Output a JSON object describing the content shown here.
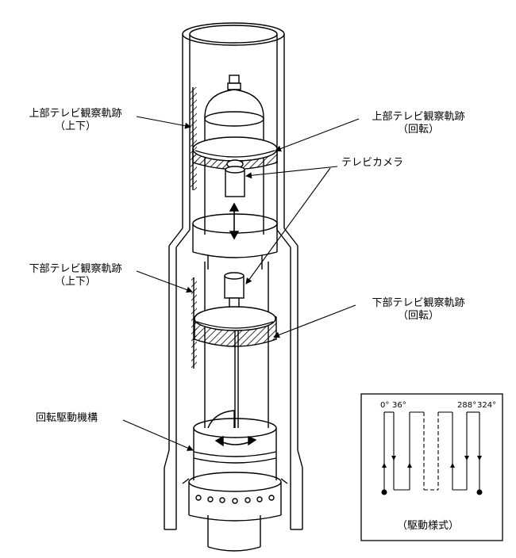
{
  "labels": {
    "upper_tv_updown": {
      "line1": "上部テレビ観察軌跡",
      "line2": "（上下）"
    },
    "upper_tv_rotate": {
      "line1": "上部テレビ観察軌跡",
      "line2": "（回転）"
    },
    "tv_camera": "テレビカメラ",
    "lower_tv_updown": {
      "line1": "下部テレビ観察軌跡",
      "line2": "（上下）"
    },
    "lower_tv_rotate": {
      "line1": "下部テレビ観察軌跡",
      "line2": "（回転）"
    },
    "rotation_mechanism": "回転駆動機構"
  },
  "drive_pattern": {
    "angle_left_1": "0°",
    "angle_left_2": "36°",
    "angle_right_1": "288°",
    "angle_right_2": "324°",
    "caption": "（駆動様式）"
  }
}
